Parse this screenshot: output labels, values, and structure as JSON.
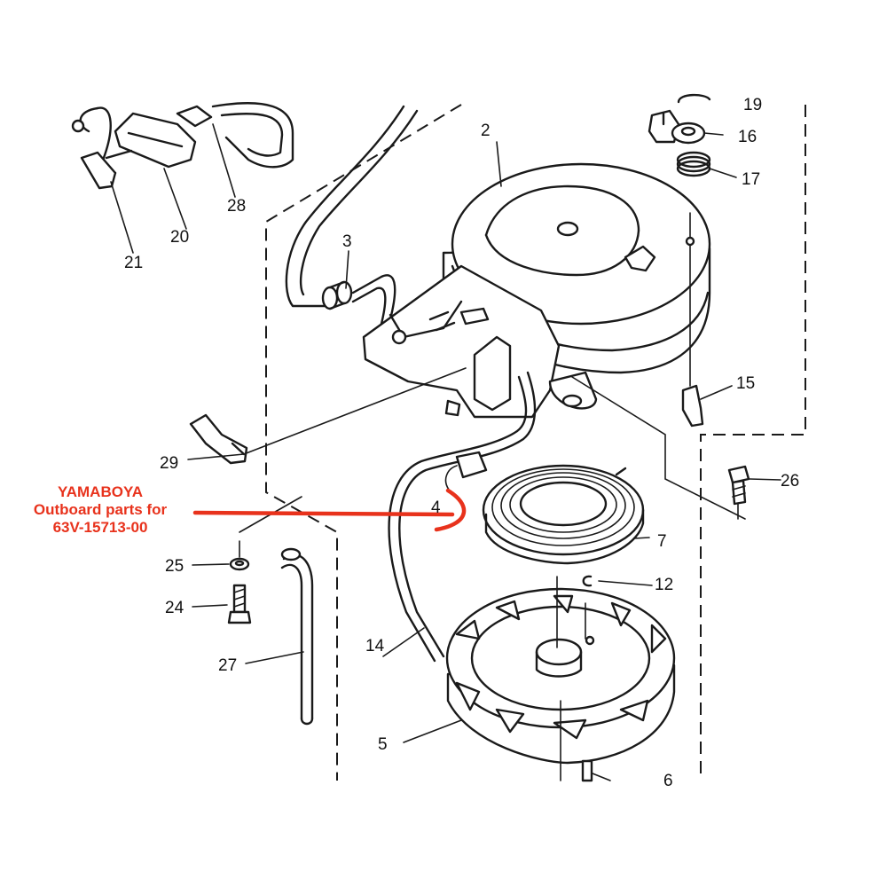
{
  "callout": {
    "line1": "YAMABOYA",
    "line2": "Outboard parts for",
    "line3": "63V-15713-00",
    "color": "#e8321c"
  },
  "part_numbers": [
    "2",
    "3",
    "4",
    "5",
    "6",
    "7",
    "12",
    "14",
    "15",
    "16",
    "17",
    "19",
    "20",
    "21",
    "24",
    "25",
    "26",
    "27",
    "28",
    "29"
  ]
}
